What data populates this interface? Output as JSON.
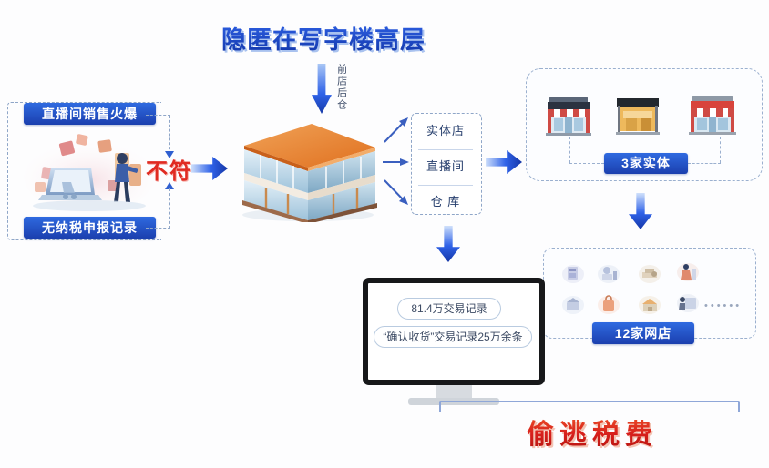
{
  "title": {
    "text": "隐匿在写字楼高层",
    "color": "#1f4fd8"
  },
  "vertical_caption": {
    "text": "前店后仓"
  },
  "left_panel": {
    "top_label": "直播间销售火爆",
    "bottom_label": "无纳税申报记录",
    "mismatch_label": "不符",
    "mismatch_color": "#e02b22",
    "illustration": "livestream-shopping-illustration"
  },
  "building": {
    "icon": "office-building-icon"
  },
  "channel_column": {
    "items": [
      {
        "label": "实体店"
      },
      {
        "label": "直播间"
      },
      {
        "label": "仓 库"
      }
    ]
  },
  "physical_stores": {
    "label": "3家实体",
    "icons": [
      "storefront-icon",
      "storefront-icon",
      "storefront-icon"
    ]
  },
  "online_stores": {
    "label": "12家网店",
    "icons": [
      "online-shop-icon",
      "online-shop-icon",
      "online-shop-icon",
      "online-shop-icon",
      "online-shop-icon",
      "online-shop-icon",
      "online-shop-icon",
      "online-shop-icon"
    ],
    "ellipsis": "••••••"
  },
  "monitor": {
    "bubble_1": "81.4万交易记录",
    "bubble_2": "“确认收货”交易记录25万余条"
  },
  "conclusion": {
    "text": "偷逃税费",
    "color": "#d8201c"
  },
  "arrows": {
    "title_down": "arrow-down-icon",
    "left_to_building": "arrow-right-icon",
    "building_to_stores": "arrow-right-icon",
    "stores_to_online": "arrow-down-icon",
    "column_to_monitor": "arrow-down-icon"
  },
  "colors": {
    "brand_blue": "#2f62e8",
    "deep_blue": "#1536a6",
    "dashed_border": "#8fa6c8",
    "red": "#d8201c",
    "building_roof": "#e8772b"
  }
}
